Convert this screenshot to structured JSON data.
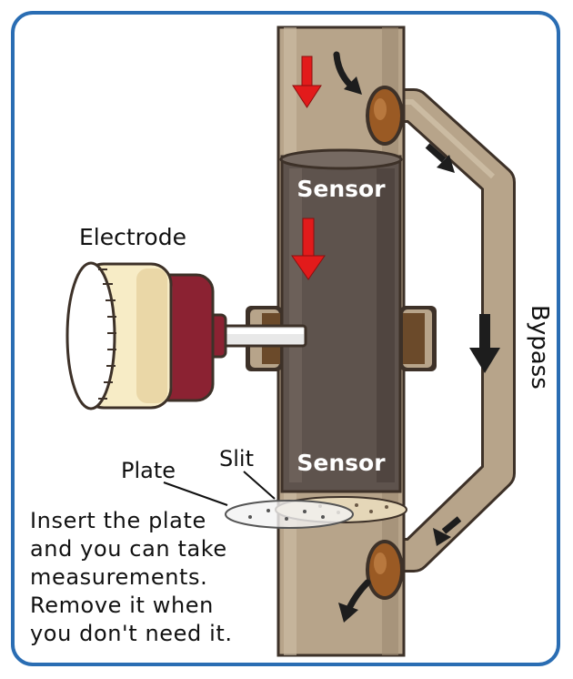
{
  "labels": {
    "electrode": "Electrode",
    "plate": "Plate",
    "slit": "Slit",
    "bypass": "Bypass",
    "sensor_top": "Sensor",
    "sensor_bottom": "Sensor"
  },
  "note_lines": [
    "Insert the plate",
    "and you can take",
    "measurements.",
    "Remove it when",
    "you don't need it."
  ],
  "colors": {
    "frame_border": "#2a6db3",
    "pipe": "#b7a48a",
    "pipe_outline": "#3d3128",
    "sensor_body": "#5e534d",
    "flow_arrow_red": "#e21b1b",
    "flow_arrow_dark": "#1d1d1d",
    "electrode_cap": "#f7ecc6",
    "electrode_body": "#8b2232",
    "port": "#9a5a24"
  }
}
